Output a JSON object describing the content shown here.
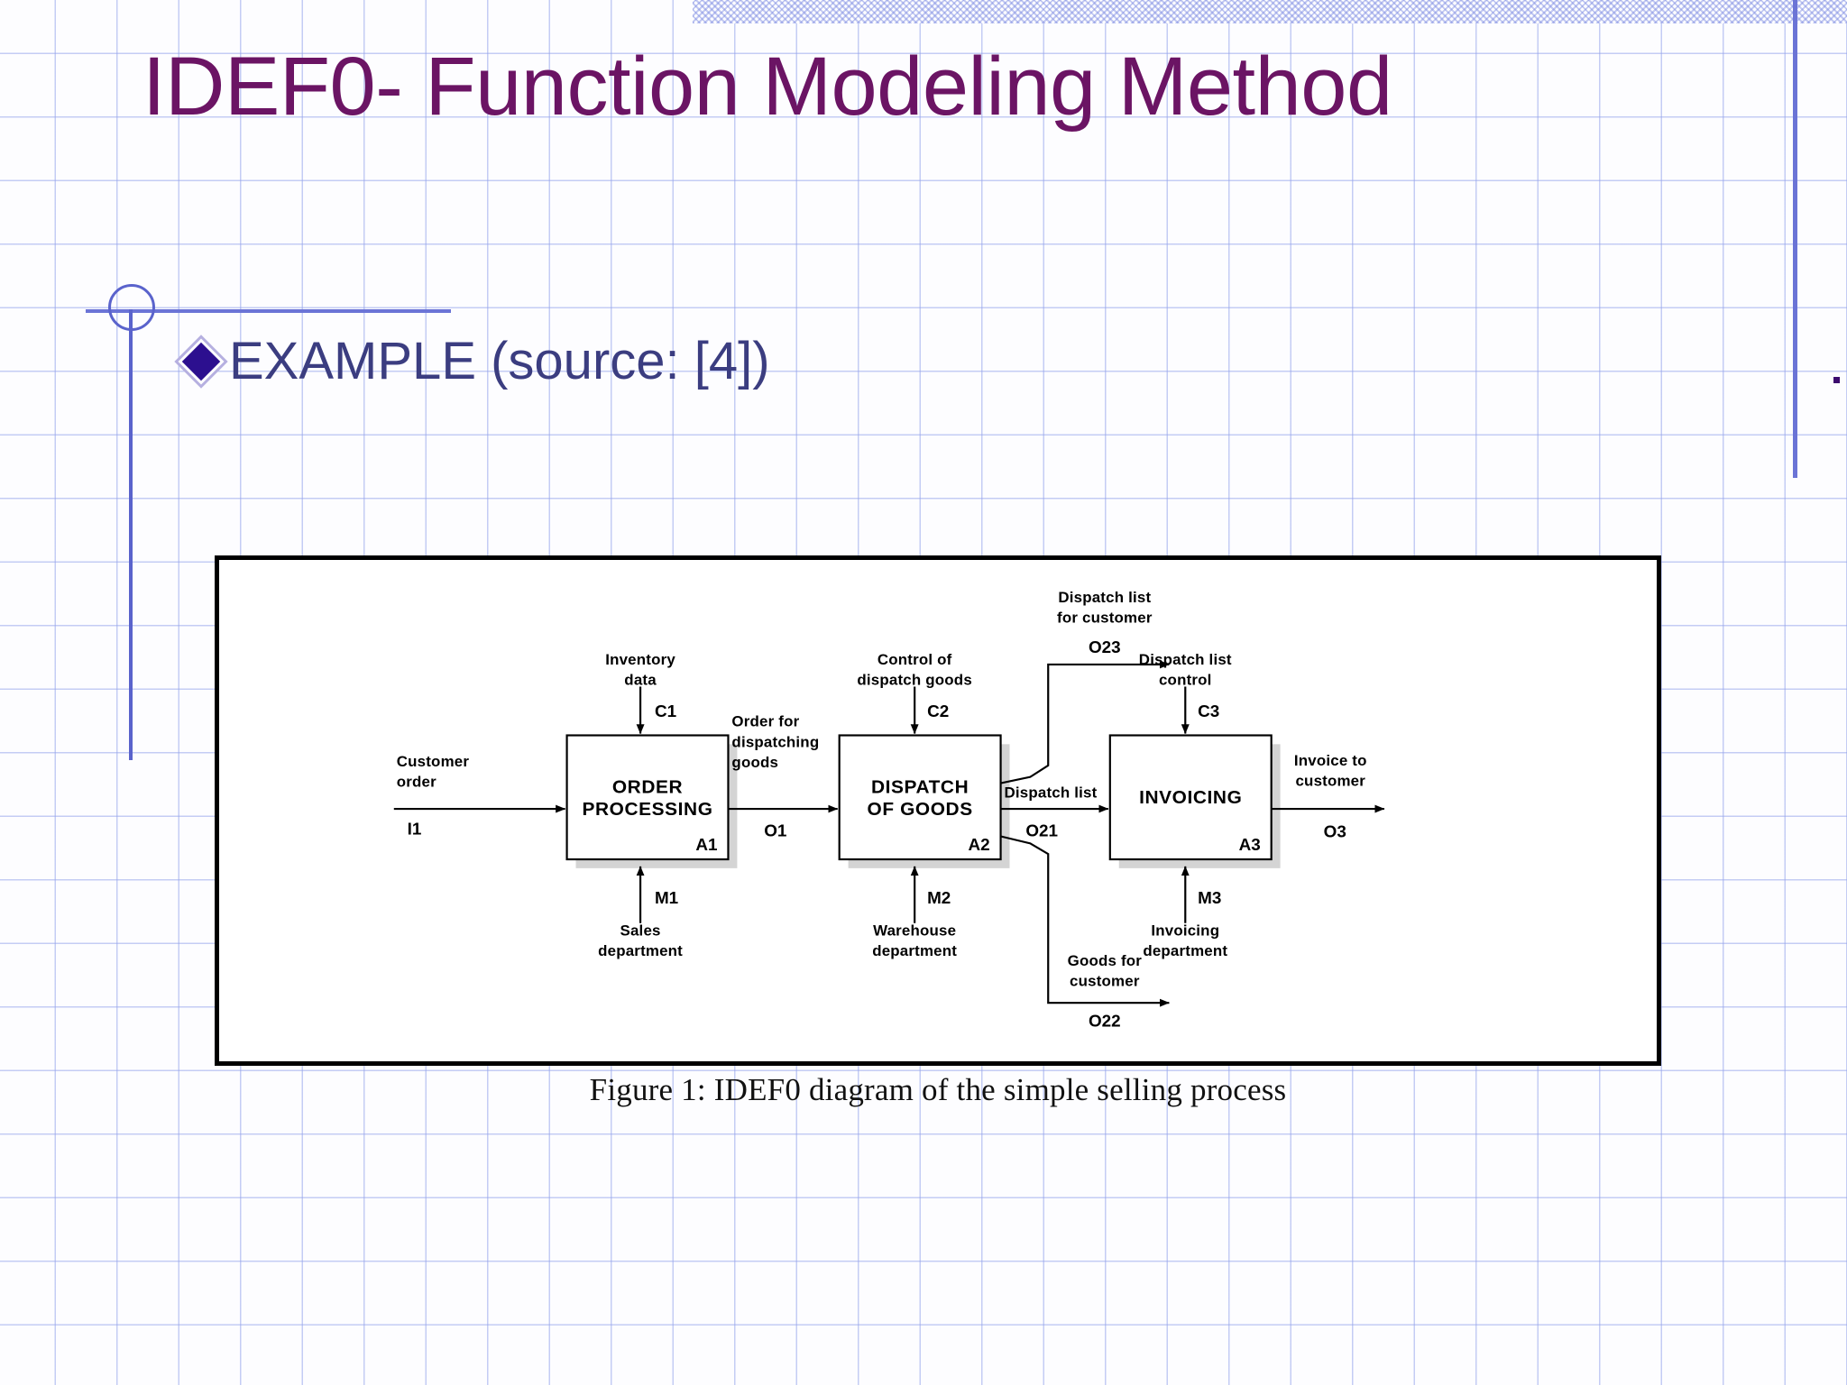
{
  "slide": {
    "title": "IDEF0- Function Modeling Method",
    "bullet": {
      "icon": "diamond-bullet-icon",
      "text": "EXAMPLE (source: [4])"
    },
    "colors": {
      "title": "#6b1464",
      "bullet_text": "#3b3d80",
      "bullet_diamond": "#2c0f8f",
      "accent_line": "#5a63cc",
      "grid": "#96a5eb"
    }
  },
  "figure": {
    "caption": "Figure 1: IDEF0 diagram of the simple selling process"
  },
  "chart_data": {
    "type": "diagram",
    "notation": "IDEF0",
    "title": "IDEF0 diagram of the simple selling process",
    "activities": [
      {
        "id": "A1",
        "name": "ORDER PROCESSING",
        "code": "A1"
      },
      {
        "id": "A2",
        "name": "DISPATCH OF GOODS",
        "code": "A2"
      },
      {
        "id": "A3",
        "name": "INVOICING",
        "code": "A3"
      }
    ],
    "arrows": [
      {
        "code": "I1",
        "label": "Customer order",
        "kind": "input",
        "to": "A1"
      },
      {
        "code": "C1",
        "label": "Inventory data",
        "kind": "control",
        "to": "A1"
      },
      {
        "code": "M1",
        "label": "Sales department",
        "kind": "mechanism",
        "to": "A1"
      },
      {
        "code": "O1",
        "label": "Order for dispatching goods",
        "kind": "output",
        "from": "A1",
        "to": "A2"
      },
      {
        "code": "C2",
        "label": "Control of dispatch goods",
        "kind": "control",
        "to": "A2"
      },
      {
        "code": "M2",
        "label": "Warehouse department",
        "kind": "mechanism",
        "to": "A2"
      },
      {
        "code": "O21",
        "label": "Dispatch list",
        "kind": "output",
        "from": "A2",
        "to": "A3"
      },
      {
        "code": "O22",
        "label": "Goods for customer",
        "kind": "output",
        "from": "A2",
        "to": "boundary"
      },
      {
        "code": "O23",
        "label": "Dispatch list for customer",
        "kind": "output",
        "from": "A2",
        "to": "boundary"
      },
      {
        "code": "C3",
        "label": "Dispatch list control",
        "kind": "control",
        "to": "A3"
      },
      {
        "code": "M3",
        "label": "Invoicing department",
        "kind": "mechanism",
        "to": "A3"
      },
      {
        "code": "O3",
        "label": "Invoice to customer",
        "kind": "output",
        "from": "A3",
        "to": "boundary"
      }
    ],
    "labels": {
      "inventory_data_l1": "Inventory",
      "inventory_data_l2": "data",
      "customer_order_l1": "Customer",
      "customer_order_l2": "order",
      "order_for_l1": "Order for",
      "order_for_l2": "dispatching",
      "order_for_l3": "goods",
      "control_dispatch_l1": "Control of",
      "control_dispatch_l2": "dispatch goods",
      "dispatch_list": "Dispatch list",
      "dispatch_list_cust_l1": "Dispatch list",
      "dispatch_list_cust_l2": "for customer",
      "dispatch_list_ctrl_l1": "Dispatch list",
      "dispatch_list_ctrl_l2": "control",
      "invoice_to_l1": "Invoice to",
      "invoice_to_l2": "customer",
      "goods_for_l1": "Goods for",
      "goods_for_l2": "customer",
      "sales_dept_l1": "Sales",
      "sales_dept_l2": "department",
      "warehouse_dept_l1": "Warehouse",
      "warehouse_dept_l2": "department",
      "invoicing_dept_l1": "Invoicing",
      "invoicing_dept_l2": "department",
      "act1_l1": "ORDER",
      "act1_l2": "PROCESSING",
      "act2_l1": "DISPATCH",
      "act2_l2": "OF GOODS",
      "act3_l1": "INVOICING",
      "code_I1": "I1",
      "code_C1": "C1",
      "code_M1": "M1",
      "code_A1": "A1",
      "code_O1": "O1",
      "code_C2": "C2",
      "code_M2": "M2",
      "code_A2": "A2",
      "code_O21": "O21",
      "code_O22": "O22",
      "code_O23": "O23",
      "code_C3": "C3",
      "code_M3": "M3",
      "code_A3": "A3",
      "code_O3": "O3"
    }
  }
}
